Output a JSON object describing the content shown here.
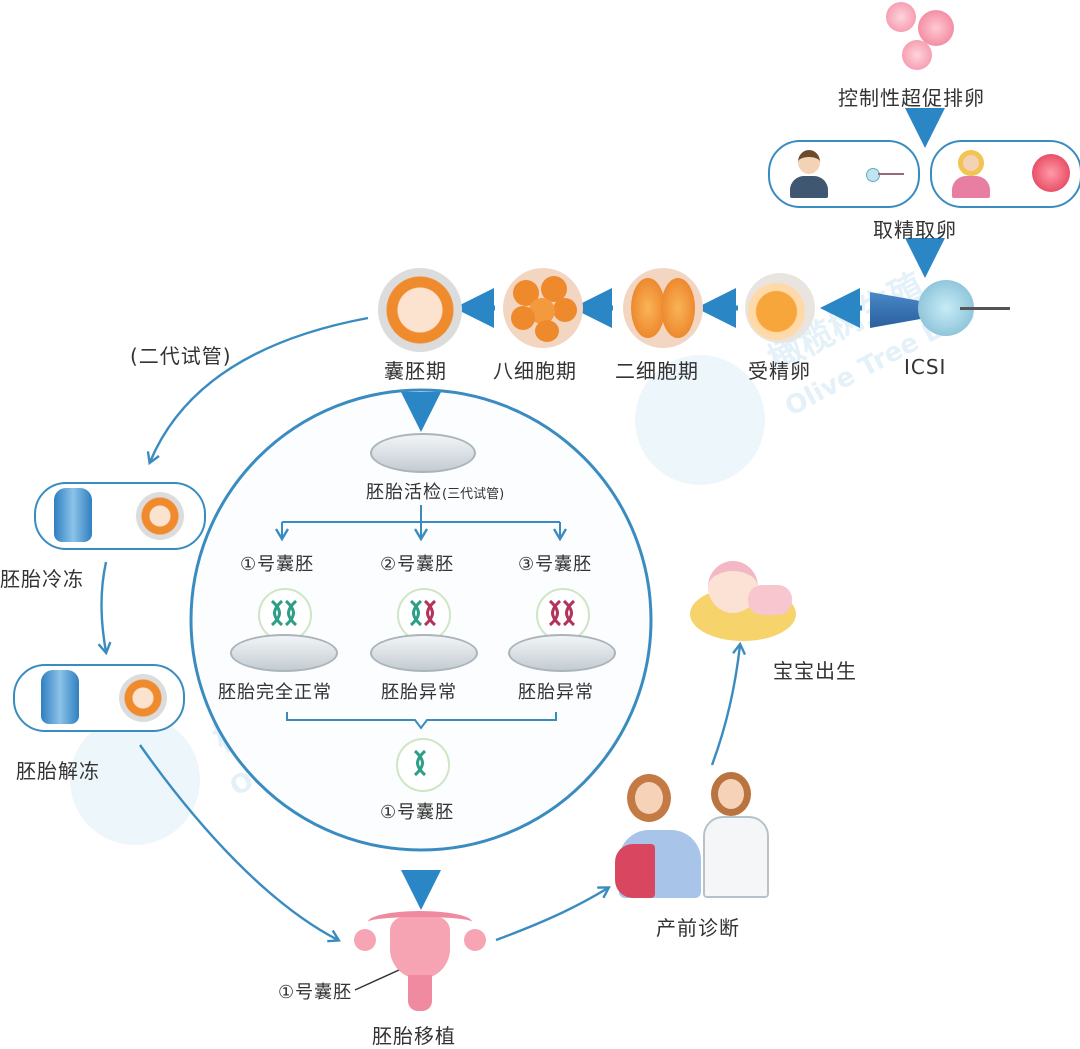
{
  "steps": {
    "ovulation": "控制性超促排卵",
    "retrieval": "取精取卵",
    "icsi": "ICSI",
    "fertilized": "受精卵",
    "two_cell": "二细胞期",
    "eight_cell": "八细胞期",
    "blastocyst": "囊胚期",
    "second_gen": "(二代试管)",
    "freeze": "胚胎冷冻",
    "thaw": "胚胎解冻",
    "biopsy": "胚胎活检",
    "third_gen": "(三代试管)",
    "transfer": "胚胎移植",
    "prenatal": "产前诊断",
    "birth": "宝宝出生"
  },
  "embryos": [
    {
      "id": "①号囊胚",
      "result": "胚胎完全正常",
      "dna_color": "#2e9e86",
      "dna_color2": "#2e9e86"
    },
    {
      "id": "②号囊胚",
      "result": "胚胎异常",
      "dna_color": "#2e9e86",
      "dna_color2": "#b3345a"
    },
    {
      "id": "③号囊胚",
      "result": "胚胎异常",
      "dna_color": "#b3345a",
      "dna_color2": "#b3345a"
    }
  ],
  "selected": {
    "id": "①号囊胚",
    "transfer_label": "①号囊胚"
  },
  "watermark": {
    "cn": "橄榄树生殖",
    "en": "Olive Tree Life"
  },
  "colors": {
    "arrow": "#2b86c5",
    "line": "#3a8cc0",
    "normal": "#2e9e86",
    "abnormal": "#b3345a"
  }
}
